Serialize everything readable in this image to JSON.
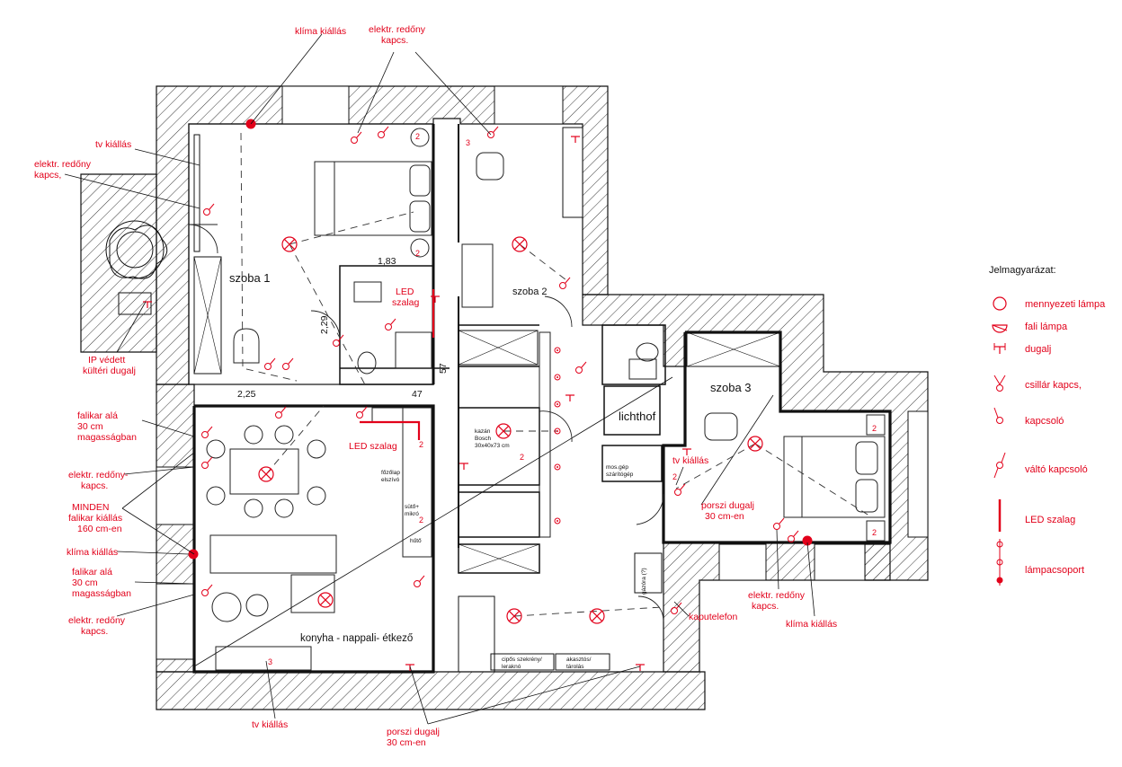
{
  "rooms": {
    "szoba1": "szoba 1",
    "szoba2": "szoba 2",
    "szoba3": "szoba 3",
    "lichthof": "lichthof",
    "konyha": "konyha - nappali- étkező"
  },
  "dimensions": {
    "d183": "1,83",
    "d229": "2,29",
    "d225": "2,25",
    "d47": "47",
    "d57": "57"
  },
  "small_labels": {
    "kazan1": "kazán",
    "kazan2": "Bosch",
    "kazan3": "30x40x73 cm",
    "fozolap1": "főzőlap",
    "fozolap2": "elszívó",
    "suto1": "sütő+",
    "suto2": "mikró",
    "hutol": "hűtő",
    "mosogep1": "mos.gép",
    "mosogep2": "szárítógép",
    "cipos1": "cipős szekrény/",
    "cipos2": "leraknó",
    "akasztos1": "akasztós/",
    "akasztos2": "tárolás",
    "gazora": "gázóra (?)"
  },
  "annotations": {
    "klima_top": "klíma kiállás",
    "redony_top_1": "elektr. redőny",
    "redony_top_2": "kapcs.",
    "tv_left": "tv kiállás",
    "redony_left_1": "elektr. redőny",
    "redony_left_2": "kapcs,",
    "ip_1": "IP védett",
    "ip_2": "kültéri dugalj",
    "falikar1_1": "falikar alá",
    "falikar1_2": "30 cm",
    "falikar1_3": "magasságban",
    "redony_mid_1": "elektr. redőny-",
    "redony_mid_2": "kapcs.",
    "minden_1": "MINDEN",
    "minden_2": "falikar kiállás",
    "minden_3": "160 cm-en",
    "klima_left": "klíma kiállás",
    "falikar2_1": "falikar alá",
    "falikar2_2": "30 cm",
    "falikar2_3": "magasságban",
    "redony_low_1": "elektr. redőny",
    "redony_low_2": "kapcs.",
    "tv_bottom": "tv kiállás",
    "porszi_bottom_1": "porszi dugalj",
    "porszi_bottom_2": "30 cm-en",
    "led_szalag_kitchen": "LED szalag",
    "led_szalag_bath_1": "LED",
    "led_szalag_bath_2": "szalag",
    "tv_right": "tv kiállás",
    "porszi_right_1": "porszi dugalj",
    "porszi_right_2": "30 cm-en",
    "redony_right_1": "elektr. redőny",
    "redony_right_2": "kapcs.",
    "klima_right": "klíma kiállás",
    "kaputelefon": "kaputelefon"
  },
  "legend": {
    "title": "Jelmagyarázat:",
    "items": [
      {
        "icon": "ceiling-lamp-icon",
        "label": "mennyezeti lámpa"
      },
      {
        "icon": "wall-lamp-icon",
        "label": "fali lámpa"
      },
      {
        "icon": "socket-icon",
        "label": "dugalj"
      },
      {
        "icon": "chandelier-switch-icon",
        "label": "csillár kapcs,"
      },
      {
        "icon": "switch-icon",
        "label": "kapcsoló"
      },
      {
        "icon": "two-way-switch-icon",
        "label": "váltó kapcsoló"
      },
      {
        "icon": "led-strip-icon",
        "label": "LED szalag"
      },
      {
        "icon": "lamp-group-icon",
        "label": "lámpacsoport"
      }
    ]
  },
  "colors": {
    "annotation": "#e2001a",
    "wall": "#111111"
  }
}
